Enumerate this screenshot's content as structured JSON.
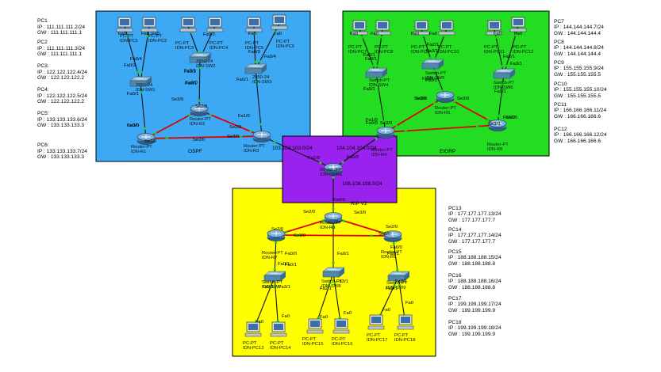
{
  "areas": {
    "ospf": "OSPF",
    "eigrp": "EIGRP",
    "rip": "RIP V2"
  },
  "colors": {
    "ospf": "#3da9f5",
    "eigrp": "#22dd22",
    "rip": "#ffff00",
    "core": "#9a22ee",
    "serial_link": "#e00000",
    "ethernet_link": "#111111",
    "port_dot": "#22cc22"
  },
  "left_info": [
    {
      "title": "PC1",
      "ip": "IP : 111.111.111.2/24",
      "gw": "GW : 111.111.111.1"
    },
    {
      "title": "PC2",
      "ip": "IP : 111.111.111.3/24",
      "gw": "GW : 111.111.111.1"
    },
    {
      "title": "PC3:",
      "ip": "IP : 122.122.122.4/24",
      "gw": "GW : 122.122.122.2"
    },
    {
      "title": "PC4:",
      "ip": "IP : 122.122.122.5/24",
      "gw": "GW : 122.122.122.2"
    },
    {
      "title": "PC5:",
      "ip": "IP : 133.133.133.6/24",
      "gw": "GW : 133.133.133.3"
    },
    {
      "title": "PC6:",
      "ip": "IP : 133.133.133.7/24",
      "gw": "GW : 133.133.133.3"
    }
  ],
  "right_top_info": [
    {
      "title": "PC7",
      "ip": "IP : 144.144.144.7/24",
      "gw": "GW : 144.144.144.4"
    },
    {
      "title": "PC8",
      "ip": "IP : 144.144.144.8/24",
      "gw": "GW : 144.144.144.4"
    },
    {
      "title": "PC9",
      "ip": "IP : 155.155.155.9/24",
      "gw": "GW : 155.155.155.5"
    },
    {
      "title": "PC10",
      "ip": "IP : 155.155.155.10/24",
      "gw": "GW : 155.155.155.5"
    },
    {
      "title": "PC11",
      "ip": "IP : 166.166.166.11/24",
      "gw": "GW : 166.166.166.6"
    },
    {
      "title": "PC12",
      "ip": "IP : 166.166.166.12/24",
      "gw": "GW : 166.166.166.6"
    }
  ],
  "right_bottom_info": [
    {
      "title": "PC13",
      "ip": "IP : 177.177.177.13/24",
      "gw": "GW : 177.177.177.7"
    },
    {
      "title": "PC14",
      "ip": "IP : 177.177.177.14/24",
      "gw": "GW : 177.177.177.7"
    },
    {
      "title": "PC15",
      "ip": "IP : 188.188.188.15/24",
      "gw": "GW : 188.188.188.8"
    },
    {
      "title": "PC16",
      "ip": "IP : 188.188.188.16/24",
      "gw": "GW : 188.188.188.8"
    },
    {
      "title": "PC17",
      "ip": "IP : 199.199.199.17/24",
      "gw": "GW : 199.199.199.9"
    },
    {
      "title": "PC18",
      "ip": "IP : 199.199.199.18/24",
      "gw": "GW : 199.199.199.9"
    }
  ],
  "devices": {
    "pc1": {
      "label": "PC-PT\nIDN-PC1"
    },
    "pc2": {
      "label": "PC-PT\nIDN-PC2"
    },
    "pc3": {
      "label": "PC-PT\nIDN-PC3"
    },
    "pc4": {
      "label": "PC-PT\nIDN-PC4"
    },
    "pc5": {
      "label": "PC-PT\nIDN-PC5"
    },
    "pc6": {
      "label": "PC-PT\nIDN-PC6"
    },
    "sw1": {
      "label": "2950-24\nIDN-SW1"
    },
    "sw2": {
      "label": "2950-24\nIDN-SW2"
    },
    "sw3": {
      "label": "2950-24\nIDN-SW3"
    },
    "r1": {
      "label": "Router-PT\nIDN-R1"
    },
    "r2": {
      "label": "Router-PT\nIDN-R2"
    },
    "r3": {
      "label": "Router-PT\nIDN-R3"
    },
    "pc7": {
      "label": "PC-PT\nIDN-PC7"
    },
    "pc8": {
      "label": "PC-PT\nIDN-PC8"
    },
    "pc9": {
      "label": "PC-PT\nIDN-PC9"
    },
    "pc10": {
      "label": "PC-PT\nIDN-PC10"
    },
    "pc11": {
      "label": "PC-PT\nIDN-PC11"
    },
    "pc12": {
      "label": "PC-PT\nIDN-PC12"
    },
    "sw4": {
      "label": "Switch-PT\nIDN-SW4"
    },
    "sw5": {
      "label": "Switch-PT\nIDN-SW5"
    },
    "sw6": {
      "label": "Switch-PT\nIDN-SW6"
    },
    "r4": {
      "label": "Router-PT\nIDN-R4"
    },
    "r5": {
      "label": "Router-PT\nIDN-R5"
    },
    "r6": {
      "label": "Router-PT\nIDN-R6"
    },
    "core": {
      "label": "Router-PT\nIDN-CORE"
    },
    "r7": {
      "label": "Router-PT\nIDN-R7"
    },
    "r8": {
      "label": "Router-PT\nIDN-R8"
    },
    "r9": {
      "label": "Router-PT\nIDN-R9"
    },
    "sw7": {
      "label": "Switch-PT\nIDN-SW7"
    },
    "sw8": {
      "label": "Switch-PT\nIDN-SW8"
    },
    "sw9": {
      "label": "Switch-PT\nIDN-SW9"
    },
    "pc13": {
      "label": "PC-PT\nIDN-PC13"
    },
    "pc14": {
      "label": "PC-PT\nIDN-PC14"
    },
    "pc15": {
      "label": "PC-PT\nIDN-PC15"
    },
    "pc16": {
      "label": "PC-PT\nIDN-PC16"
    },
    "pc17": {
      "label": "PC-PT\nIDN-PC17"
    },
    "pc18": {
      "label": "PC-PT\nIDN-PC18"
    }
  },
  "networks": {
    "net_r3_core": "103.103.103.0/24",
    "net_r4_core": "104.104.104.0/24",
    "net_core_r8": "108.108.108.0/24"
  },
  "ports": [
    "Fa0",
    "Fa0",
    "Fa0/3",
    "Fa0",
    "Fa0",
    "Fa0",
    "Fa0/4",
    "Fa0/3",
    "Fa0/2",
    "Fa0/1",
    "Fa0/3",
    "Fa0/4",
    "Fa0/1",
    "Fa0/1",
    "Fa0/1",
    "Fa0/0",
    "Se2/0",
    "Se3/0",
    "Se2/0",
    "Se3/0",
    "Se3/0",
    "Se2/0",
    "Fa1/0",
    "Se2/0",
    "Fa0/0",
    "Fa0",
    "Fa0",
    "Fa0",
    "Fa0",
    "Fa0",
    "Fa0",
    "Fa2/1",
    "Fa3/1",
    "Fa2/1",
    "Fa3/1",
    "Fa2/1",
    "Fa3/1",
    "Fa0/1",
    "Fa0/1",
    "Fa0/1",
    "Fa0/0",
    "Se2/0",
    "Se3/0",
    "Se2/0",
    "Se3/0",
    "Se2/0",
    "Se3/0",
    "Fa1/0",
    "Fa0/0",
    "Fa0/0",
    "Fa1/0",
    "Fa0/0",
    "Fa0/0",
    "Se2/0",
    "Se3/0",
    "Se2/0",
    "Se3/0",
    "Se2/0",
    "Se3/0",
    "Fa0/0",
    "Fa0/0",
    "Fa0/1",
    "Fa0/1",
    "Fa0/1",
    "Fa0/1",
    "Fa2/1",
    "Fa3/1",
    "Fa2/1",
    "Fa3/1",
    "Fa2/1",
    "Fa3/1",
    "Fa0",
    "Fa0",
    "Fa0",
    "Fa0",
    "Fa0",
    "Fa0"
  ]
}
